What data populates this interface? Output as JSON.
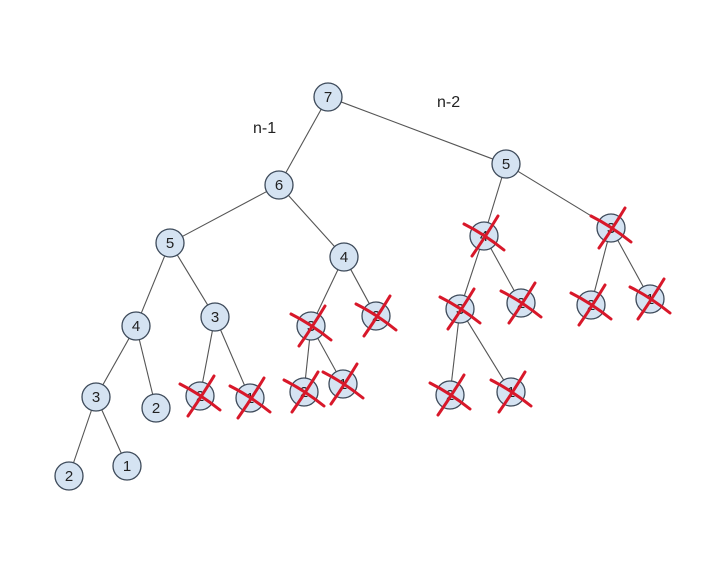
{
  "diagram": {
    "edge_labels": {
      "left": "n-1",
      "right": "n-2"
    },
    "colors": {
      "node_fill": "#d5e3f2",
      "node_stroke": "#3d4a5a",
      "edge": "#555555",
      "cross": "#d8182a"
    },
    "nodes": [
      {
        "id": "r",
        "label": "7",
        "crossed": false
      },
      {
        "id": "a",
        "label": "6",
        "crossed": false
      },
      {
        "id": "b",
        "label": "5",
        "crossed": false
      },
      {
        "id": "c",
        "label": "5",
        "crossed": false
      },
      {
        "id": "d",
        "label": "4",
        "crossed": false
      },
      {
        "id": "e",
        "label": "4",
        "crossed": false
      },
      {
        "id": "f",
        "label": "3",
        "crossed": false
      },
      {
        "id": "g",
        "label": "3",
        "crossed": false
      },
      {
        "id": "h",
        "label": "2",
        "crossed": false
      },
      {
        "id": "i",
        "label": "2",
        "crossed": false
      },
      {
        "id": "j",
        "label": "1",
        "crossed": false
      },
      {
        "id": "k",
        "label": "2",
        "crossed": true
      },
      {
        "id": "l",
        "label": "1",
        "crossed": true
      },
      {
        "id": "m",
        "label": "3",
        "crossed": true
      },
      {
        "id": "n",
        "label": "2",
        "crossed": true
      },
      {
        "id": "o",
        "label": "2",
        "crossed": true
      },
      {
        "id": "p",
        "label": "1",
        "crossed": true
      },
      {
        "id": "q",
        "label": "4",
        "crossed": true
      },
      {
        "id": "s",
        "label": "3",
        "crossed": true
      },
      {
        "id": "t",
        "label": "3",
        "crossed": true
      },
      {
        "id": "u",
        "label": "2",
        "crossed": true
      },
      {
        "id": "v",
        "label": "2",
        "crossed": true
      },
      {
        "id": "w",
        "label": "1",
        "crossed": true
      },
      {
        "id": "x",
        "label": "2",
        "crossed": true
      },
      {
        "id": "y",
        "label": "1",
        "crossed": true
      }
    ],
    "edges": [
      [
        "r",
        "a"
      ],
      [
        "r",
        "c"
      ],
      [
        "a",
        "b"
      ],
      [
        "a",
        "e"
      ],
      [
        "b",
        "d"
      ],
      [
        "b",
        "g"
      ],
      [
        "d",
        "f"
      ],
      [
        "d",
        "i"
      ],
      [
        "f",
        "h"
      ],
      [
        "f",
        "j"
      ],
      [
        "g",
        "k"
      ],
      [
        "g",
        "l"
      ],
      [
        "e",
        "m"
      ],
      [
        "e",
        "n"
      ],
      [
        "m",
        "o"
      ],
      [
        "m",
        "p"
      ],
      [
        "c",
        "q"
      ],
      [
        "c",
        "t"
      ],
      [
        "q",
        "s"
      ],
      [
        "q",
        "u"
      ],
      [
        "s",
        "x"
      ],
      [
        "s",
        "y"
      ],
      [
        "t",
        "v"
      ],
      [
        "t",
        "w"
      ]
    ]
  }
}
